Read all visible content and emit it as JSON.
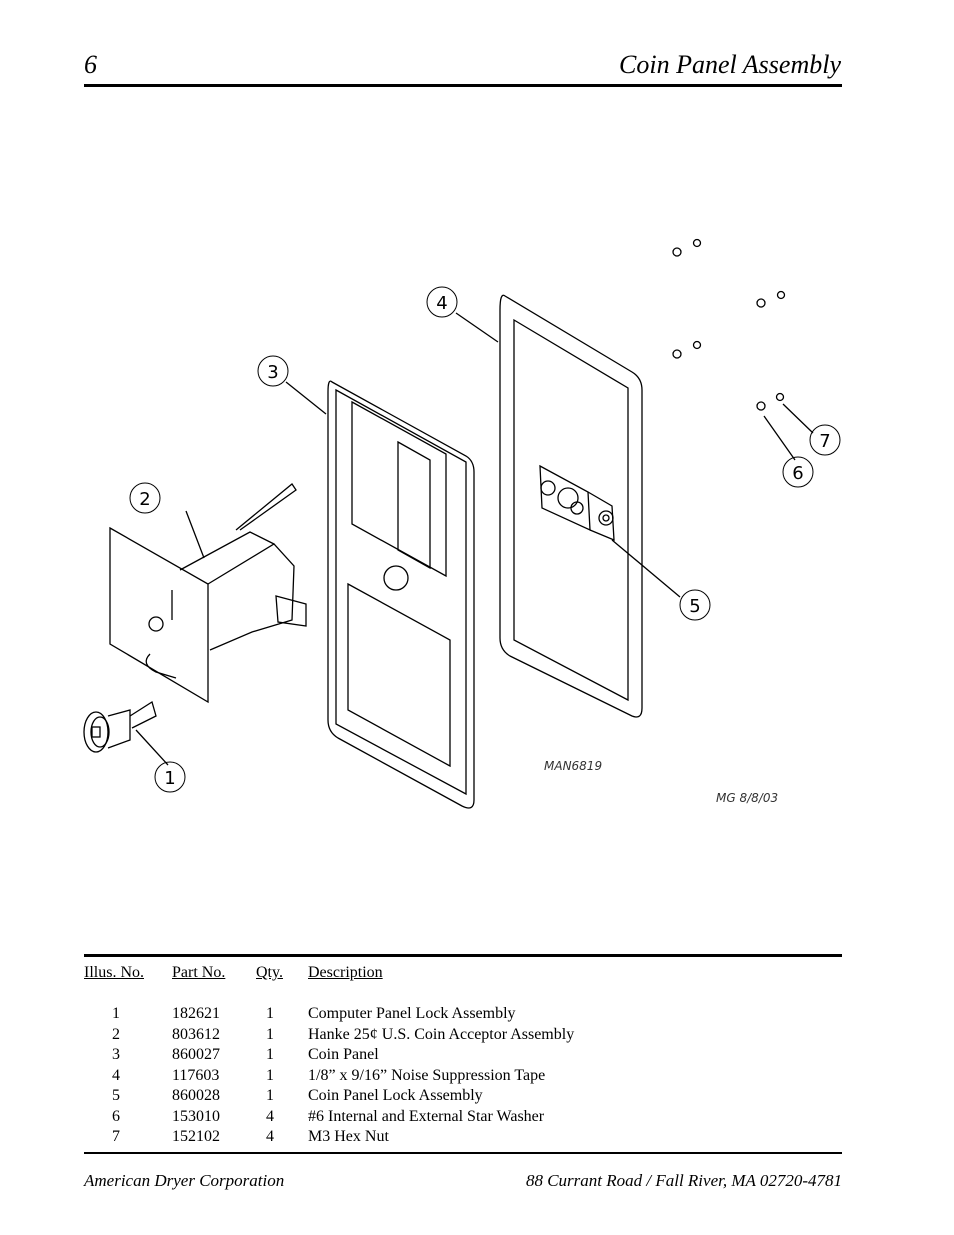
{
  "header": {
    "page_number": "6",
    "title": "Coin Panel Assembly"
  },
  "diagram": {
    "drawing_number": "MAN6819",
    "drafter_date": "MG 8/8/03",
    "callouts": [
      "1",
      "2",
      "3",
      "4",
      "5",
      "6",
      "7"
    ]
  },
  "parts_table": {
    "columns": [
      "Illus. No.",
      "Part No.",
      "Qty.",
      "Description"
    ],
    "rows": [
      {
        "illus": "1",
        "part": "182621",
        "qty": "1",
        "desc": "Computer Panel Lock Assembly"
      },
      {
        "illus": "2",
        "part": "803612",
        "qty": "1",
        "desc": "Hanke 25¢ U.S. Coin Acceptor Assembly"
      },
      {
        "illus": "3",
        "part": "860027",
        "qty": "1",
        "desc": "Coin Panel"
      },
      {
        "illus": "4",
        "part": "117603",
        "qty": "1",
        "desc": "1/8” x 9/16” Noise Suppression Tape"
      },
      {
        "illus": "5",
        "part": "860028",
        "qty": "1",
        "desc": "Coin Panel Lock Assembly"
      },
      {
        "illus": "6",
        "part": "153010",
        "qty": "4",
        "desc": "#6 Internal and External Star Washer"
      },
      {
        "illus": "7",
        "part": "152102",
        "qty": "4",
        "desc": "M3 Hex Nut"
      }
    ]
  },
  "footer": {
    "company": "American Dryer Corporation",
    "address": "88 Currant Road / Fall River, MA 02720-4781"
  }
}
